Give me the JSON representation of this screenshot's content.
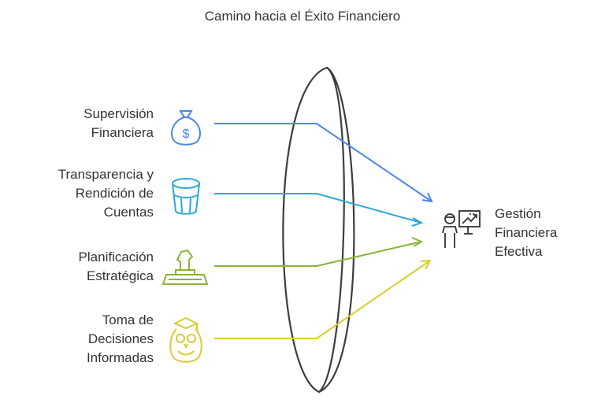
{
  "title": "Camino hacia el Éxito Financiero",
  "inputs": [
    {
      "lines": [
        "Supervisión",
        "Financiera"
      ],
      "icon": "money-bag-icon",
      "color": "#4a86e8"
    },
    {
      "lines": [
        "Transparencia y",
        "Rendición de",
        "Cuentas"
      ],
      "icon": "glass-icon",
      "color": "#2aa7dc"
    },
    {
      "lines": [
        "Planificación",
        "Estratégica"
      ],
      "icon": "chess-knight-icon",
      "color": "#8ab534"
    },
    {
      "lines": [
        "Toma de",
        "Decisiones",
        "Informadas"
      ],
      "icon": "owl-graduate-icon",
      "color": "#d9cc2e"
    }
  ],
  "result": {
    "lines": [
      "Gestión",
      "Financiera",
      "Efectiva"
    ],
    "icon": "presenter-chart-icon"
  },
  "lens_color": "#3d3d3d"
}
